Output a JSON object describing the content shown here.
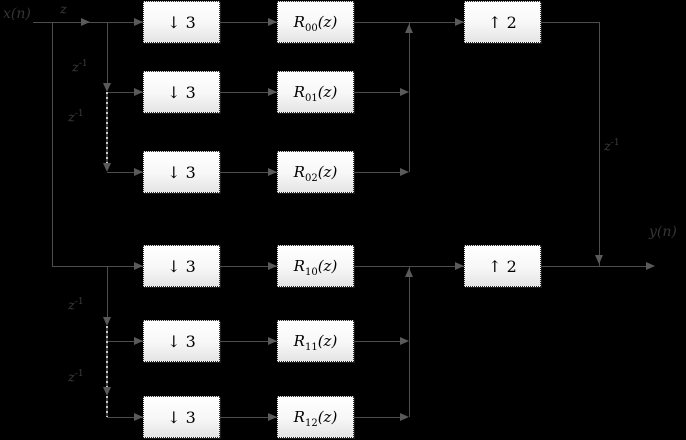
{
  "diagram": {
    "title": "polyphase 2/3 sample-rate converter block diagram",
    "background_color": "#000000",
    "line_color": "#4d4d4d",
    "box_fill": "#ffffff",
    "input_label": "x(n)",
    "output_label": "y(n)",
    "delay_labels": {
      "top": {
        "base": "z",
        "sup": ""
      },
      "upper_1": {
        "base": "z",
        "sup": "-1"
      },
      "upper_2": {
        "base": "z",
        "sup": "-1"
      },
      "lower_1": {
        "base": "z",
        "sup": "-1"
      },
      "lower_2": {
        "base": "z",
        "sup": "-1"
      },
      "right": {
        "base": "z",
        "sup": "-1"
      }
    },
    "downsamplers": [
      {
        "label": "↓ 3"
      },
      {
        "label": "↓ 3"
      },
      {
        "label": "↓ 3"
      },
      {
        "label": "↓ 3"
      },
      {
        "label": "↓ 3"
      },
      {
        "label": "↓ 3"
      }
    ],
    "filters": [
      {
        "base": "R",
        "sub": "00",
        "arg": "(z)"
      },
      {
        "base": "R",
        "sub": "01",
        "arg": "(z)"
      },
      {
        "base": "R",
        "sub": "02",
        "arg": "(z)"
      },
      {
        "base": "R",
        "sub": "10",
        "arg": "(z)"
      },
      {
        "base": "R",
        "sub": "11",
        "arg": "(z)"
      },
      {
        "base": "R",
        "sub": "12",
        "arg": "(z)"
      }
    ],
    "upsamplers": [
      {
        "label": "↑ 2"
      },
      {
        "label": "↑ 2"
      }
    ]
  }
}
